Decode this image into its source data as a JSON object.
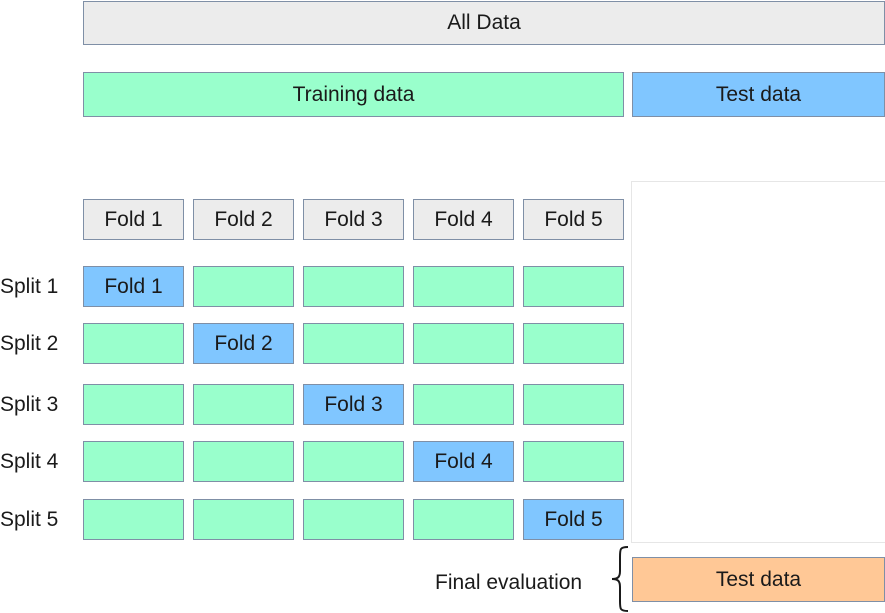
{
  "all_data": "All Data",
  "training_data": "Training data",
  "test_data": "Test data",
  "fold_headers": [
    "Fold 1",
    "Fold 2",
    "Fold 3",
    "Fold 4",
    "Fold 5"
  ],
  "splits": [
    {
      "label": "Split 1",
      "test_fold": 1
    },
    {
      "label": "Split 2",
      "test_fold": 2
    },
    {
      "label": "Split 3",
      "test_fold": 3
    },
    {
      "label": "Split 4",
      "test_fold": 4
    },
    {
      "label": "Split 5",
      "test_fold": 5
    }
  ],
  "final_evaluation": {
    "label": "Final evaluation",
    "box": "Test data"
  },
  "colors": {
    "all_data": "#ececec",
    "training": "#99ffcc",
    "test": "#80c6ff",
    "final_test": "#ffc896",
    "border": "#7f8fa6"
  }
}
